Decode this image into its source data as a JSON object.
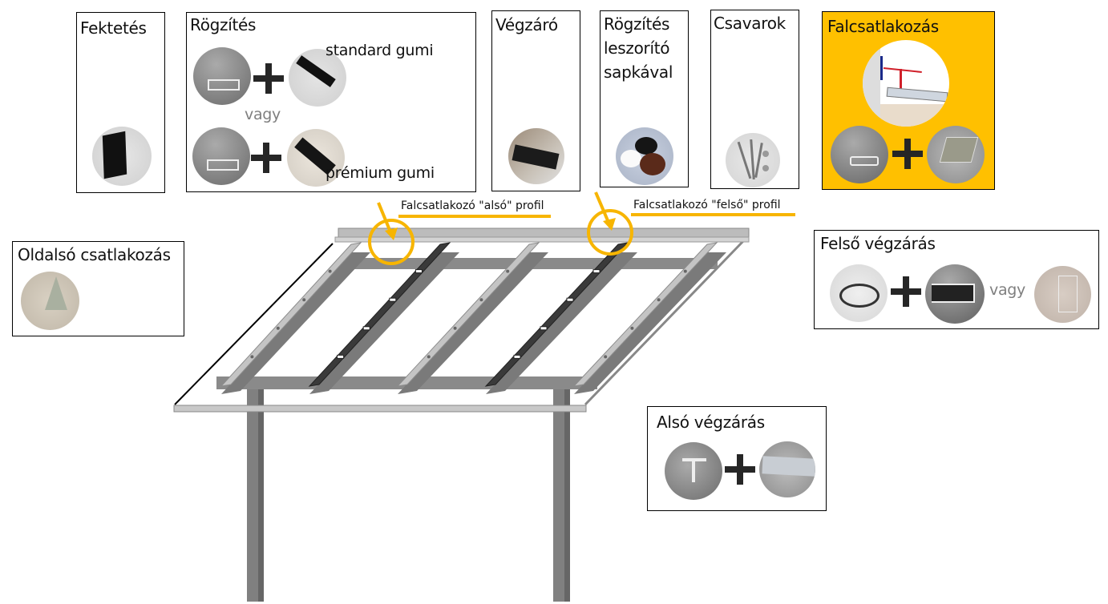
{
  "panels": {
    "fektetes": {
      "title": "Fektetés",
      "photo": "black-rubber-strip"
    },
    "rogzites": {
      "title": "Rögzítés",
      "option1_label": "standard gumi",
      "option2_label": "prémium gumi",
      "or_label": "vagy",
      "photos": [
        "aluminium-profile",
        "standard-rubber-seal",
        "aluminium-profile",
        "premium-rubber-seal"
      ]
    },
    "vegzaro": {
      "title": "Végzáró",
      "photo": "end-cap"
    },
    "rogzites_sapka": {
      "title": "Rögzítés\nleszorító\nsapkával",
      "photo": "clamp-caps"
    },
    "csavarok": {
      "title": "Csavarok",
      "photo": "screws"
    },
    "falcsatlakozas": {
      "title": "Falcsatlakozás",
      "photos": [
        "wall-connection-diagram",
        "hook-profile",
        "upper-profile"
      ],
      "accent": "#ffc000"
    },
    "oldalso": {
      "title": "Oldalsó csatlakozás",
      "photo": "side-connector"
    },
    "felso_vegzaras": {
      "title": "Felső végzárás",
      "or_label": "vagy",
      "photos": [
        "tape-roll",
        "u-profile",
        "polycarbonate-u-profile"
      ]
    },
    "also_vegzaras": {
      "title": "Alsó végzárás",
      "photos": [
        "drip-profile",
        "tape-strip"
      ]
    }
  },
  "callouts": [
    {
      "label": "Falcsatlakozó \"alsó\" profil",
      "color": "#f7b500"
    },
    {
      "label": "Falcsatlakozó \"felső\" profil",
      "color": "#f7b500"
    }
  ],
  "structure": {
    "description": "pergola roof frame",
    "rafter_count": 5,
    "post_count": 2
  }
}
